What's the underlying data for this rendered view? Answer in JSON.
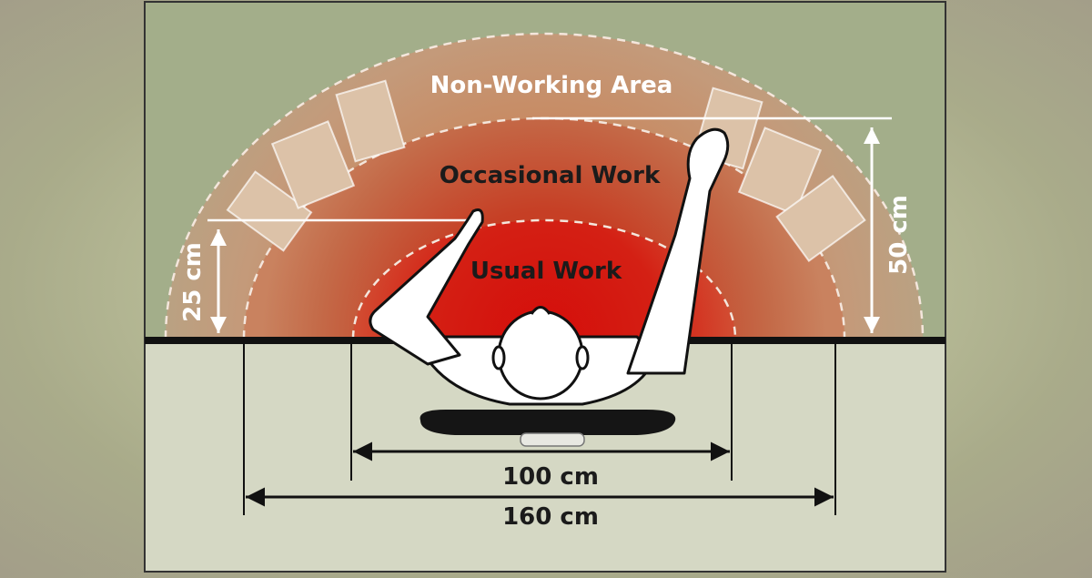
{
  "zones": {
    "non_working": "Non-Working Area",
    "occasional": "Occasional Work",
    "usual": "Usual Work"
  },
  "dimensions": {
    "height_25": "25 cm",
    "height_50": "50 cm",
    "width_100": "100 cm",
    "width_160": "160 cm"
  },
  "colors": {
    "wall": "#a3ae8a",
    "desk": "#d5d8c4",
    "zone_outer": "#c79a78",
    "zone_middle": "#c25a3a",
    "zone_inner": "#d41f15"
  }
}
